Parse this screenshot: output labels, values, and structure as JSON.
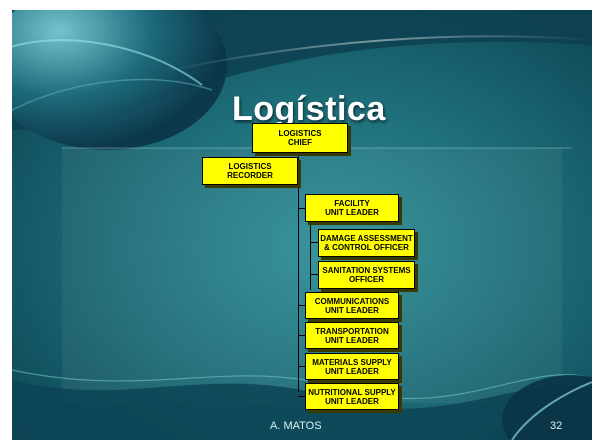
{
  "slide": {
    "title": "Logística",
    "footer_author": "A. MATOS",
    "page_number": "32"
  },
  "org_chart": {
    "chief": "LOGISTICS\nCHIEF",
    "recorder": "LOGISTICS\nRECORDER",
    "facility": "FACILITY\nUNIT LEADER",
    "damage": "DAMAGE ASSESSMENT\n& CONTROL OFFICER",
    "sanitation": "SANITATION SYSTEMS\nOFFICER",
    "communications": "COMMUNICATIONS\nUNIT LEADER",
    "transportation": "TRANSPORTATION\nUNIT LEADER",
    "materials": "MATERIALS SUPPLY\nUNIT LEADER",
    "nutritional": "NUTRITIONAL SUPPLY\nUNIT LEADER"
  },
  "colors": {
    "box_fill": "#ffff00",
    "background": "#1d6d78",
    "title_text": "#ffffff"
  }
}
